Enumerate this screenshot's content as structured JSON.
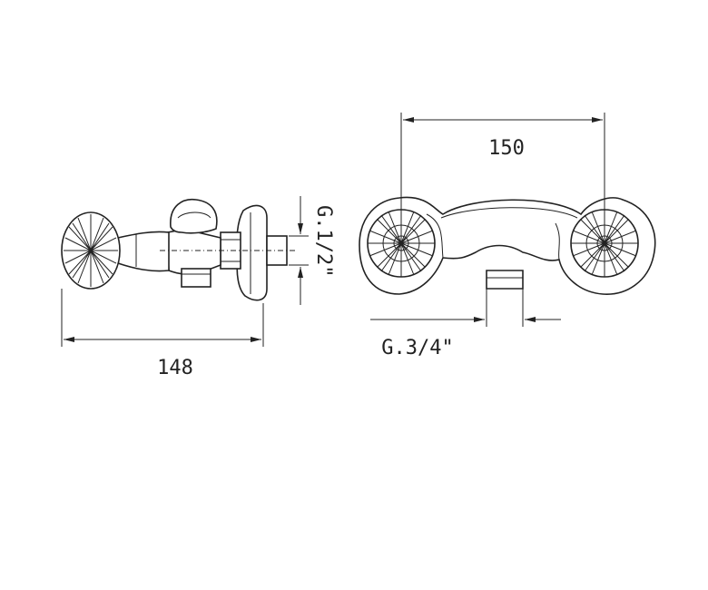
{
  "dimensions": {
    "total_width": "148",
    "inlet_spacing": "150",
    "inlet_thread": "G.1/2\"",
    "outlet_thread": "G.3/4\""
  },
  "colors": {
    "line": "#222222",
    "background": "#ffffff"
  }
}
